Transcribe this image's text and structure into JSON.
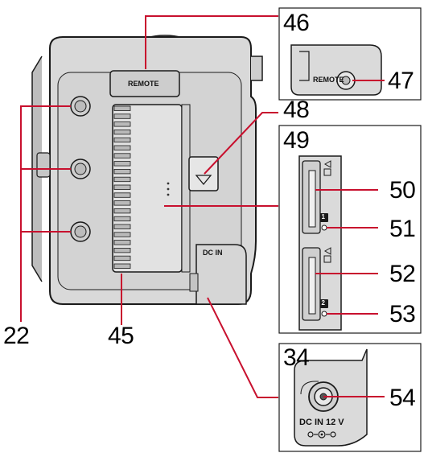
{
  "callouts": {
    "n22": "22",
    "n45": "45",
    "n46": "46",
    "n47": "47",
    "n48": "48",
    "n49": "49",
    "n50": "50",
    "n51": "51",
    "n52": "52",
    "n53": "53",
    "n34": "34",
    "n54": "54"
  },
  "camera": {
    "remote_label": "REMOTE",
    "dc_in_label": "DC IN"
  },
  "inset_remote": {
    "remote_label": "REMOTE"
  },
  "inset_slots": {
    "slot1_badge": "1",
    "slot2_badge": "2"
  },
  "inset_dc": {
    "dc_label": "DC IN 12 V"
  },
  "colors": {
    "leader_line": "#c8102e",
    "body": "#d9d9d9",
    "outline": "#1a1a1a"
  }
}
